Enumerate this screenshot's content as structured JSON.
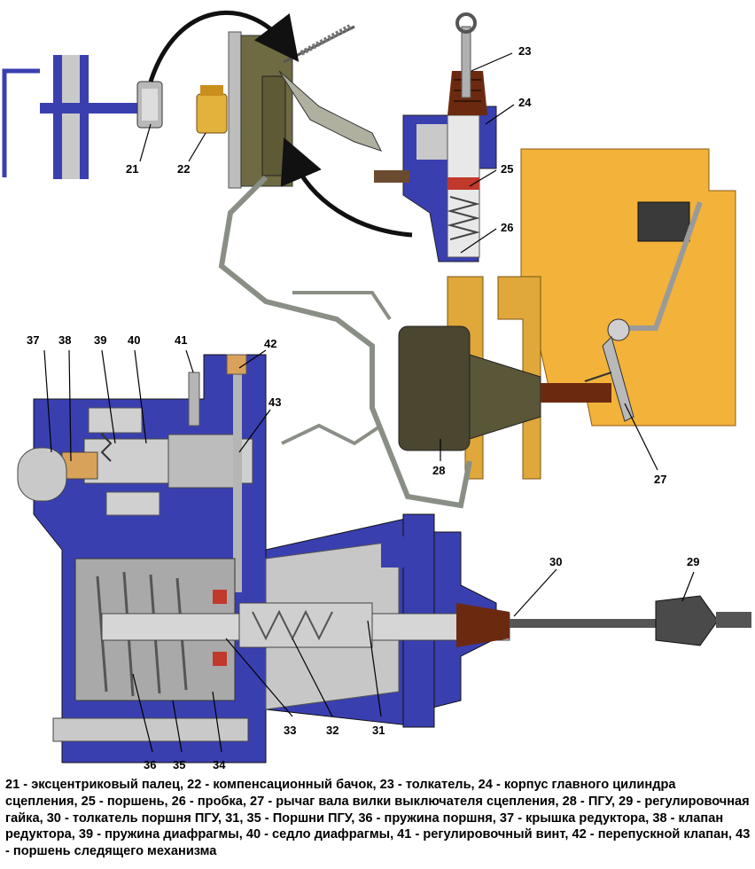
{
  "labels": {
    "n21": "21",
    "n22": "22",
    "n23": "23",
    "n24": "24",
    "n25": "25",
    "n26": "26",
    "n27": "27",
    "n28": "28",
    "n29": "29",
    "n30": "30",
    "n31": "31",
    "n32": "32",
    "n33": "33",
    "n34": "34",
    "n35": "35",
    "n36": "36",
    "n37": "37",
    "n38": "38",
    "n39": "39",
    "n40": "40",
    "n41": "41",
    "n42": "42",
    "n43": "43"
  },
  "caption": "21 - эксцентриковый палец, 22 - компенсационный бачок, 23 - толкатель, 24 - корпус главного цилиндра сцепления, 25 - поршень, 26 - пробка, 27 - рычаг вала вилки выключателя сцепления, 28 - ПГУ, 29 - регулировочная гайка, 30 - толкатель поршня ПГУ, 31, 35 - Поршни ПГУ, 36 - пружина поршня, 37 - крышка редуктора, 38 - клапан редуктора, 39 - пружина диафрагмы, 40 - седло диафрагмы, 41 - регулировочный винт, 42 - перепускной клапан, 43 - поршень следящего механизма",
  "colors": {
    "blue_section": "#3a3fb0",
    "tan_metal": "#d9a25a",
    "orange_panel": "#f3b23a",
    "olive_cylinder": "#5e5a36",
    "brown_rubber": "#6b2a10",
    "grey_pipe": "#8a8f86",
    "red_seal": "#c0392b"
  }
}
